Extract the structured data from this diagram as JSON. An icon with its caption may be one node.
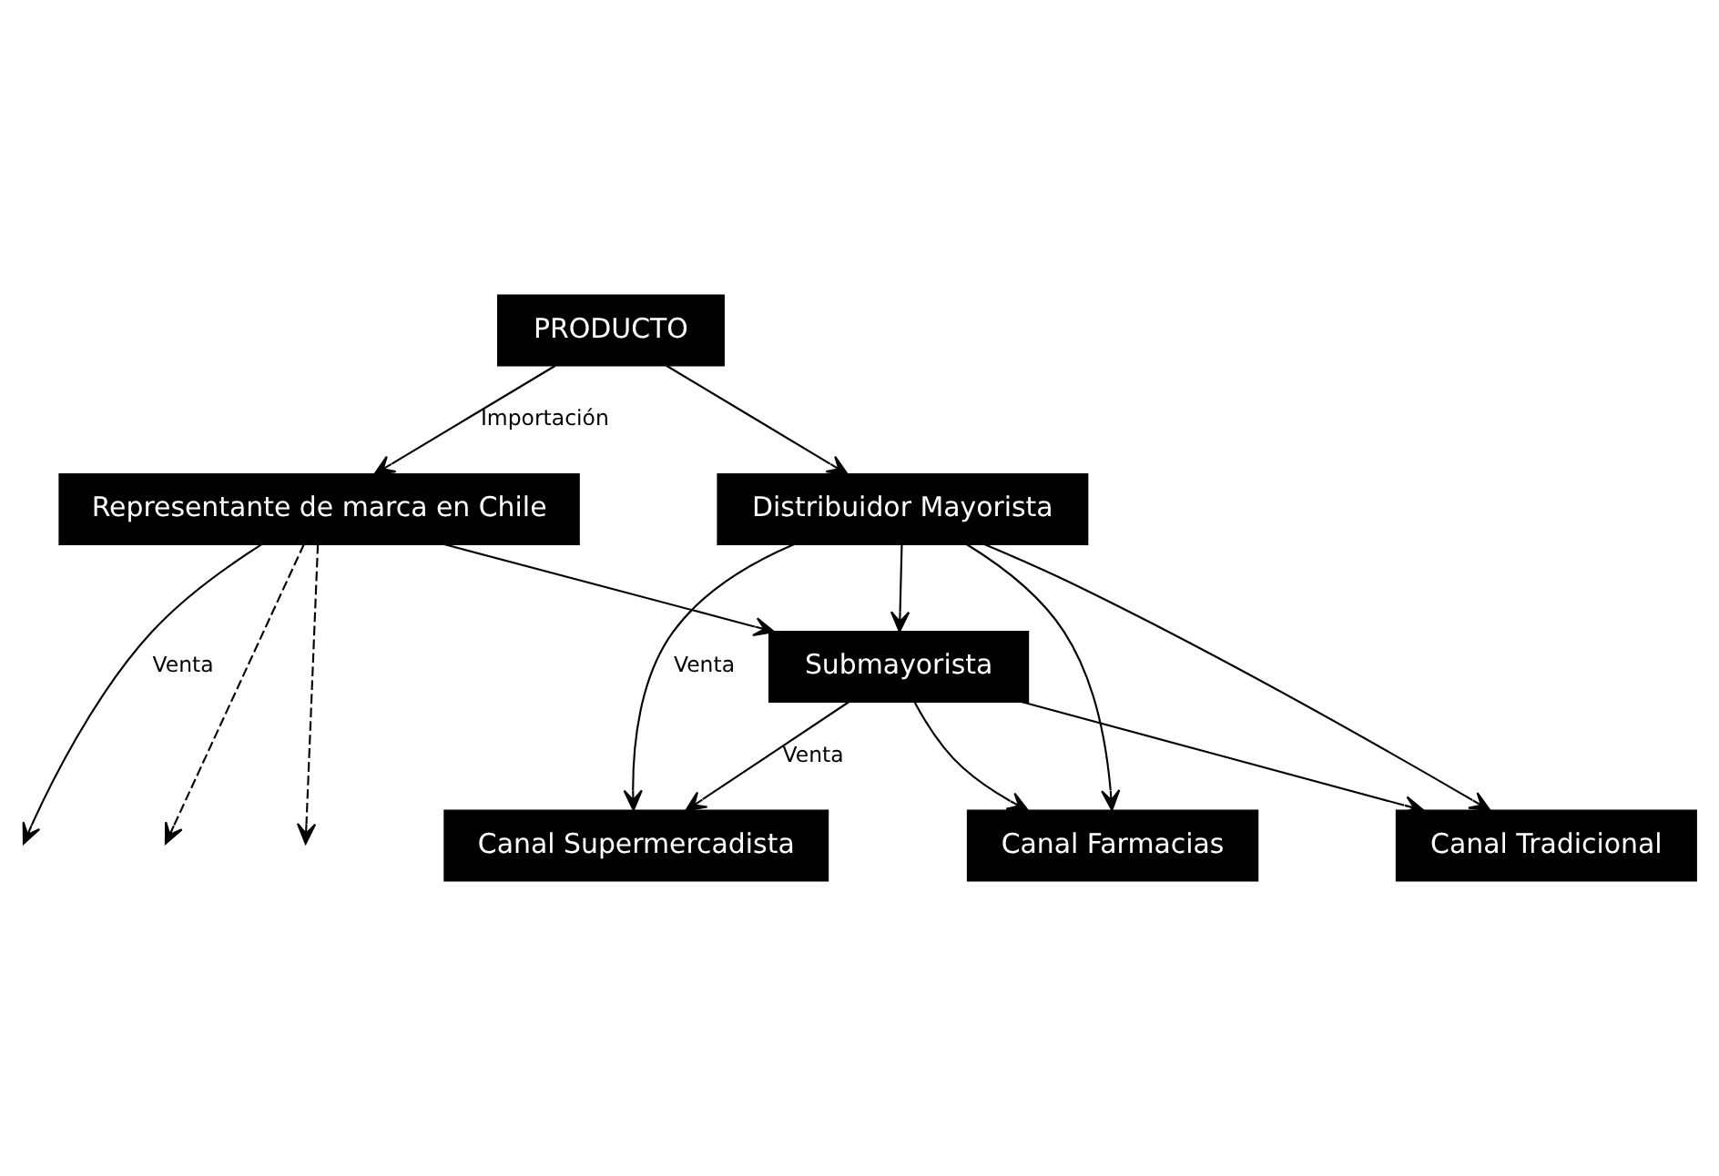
{
  "diagram": {
    "nodes": [
      {
        "text": [
          "PRODUCTO"
        ]
      },
      {
        "text": [
          "Representante de marca en Chile"
        ]
      },
      {
        "text": [
          "Distribuidor Mayorista"
        ]
      },
      {
        "text": [
          "Submayorista"
        ]
      },
      {
        "text": [
          "Canal Supermercadista"
        ]
      },
      {
        "text": [
          "Canal Farmacias"
        ]
      },
      {
        "text": [
          "Canal Tradicional"
        ]
      }
    ],
    "edges": [
      {
        "from": 0,
        "to": 1,
        "arrow": "to",
        "label": "Importación"
      },
      {
        "from": 0,
        "to": 2,
        "arrow": "to"
      },
      {
        "from": 1,
        "to": 3,
        "arrow": "to"
      },
      {
        "from": 2,
        "to": 3,
        "arrow": "to"
      },
      {
        "from": 1,
        "to": null,
        "arrow": "to",
        "label": "Venta"
      },
      {
        "from": 1,
        "to": null,
        "arrow": "to",
        "style": "dashed"
      },
      {
        "from": 1,
        "to": null,
        "arrow": "to",
        "style": "dashed"
      },
      {
        "from": 3,
        "to": 4,
        "arrow": "to",
        "label": "Venta"
      },
      {
        "from": 3,
        "to": 5,
        "arrow": "to"
      },
      {
        "from": 3,
        "to": 6,
        "arrow": "to"
      },
      {
        "from": 2,
        "to": 4,
        "arrow": "to",
        "label": "Venta"
      },
      {
        "from": 2,
        "to": 5,
        "arrow": "to"
      },
      {
        "from": 2,
        "to": 6,
        "arrow": "to"
      }
    ]
  }
}
